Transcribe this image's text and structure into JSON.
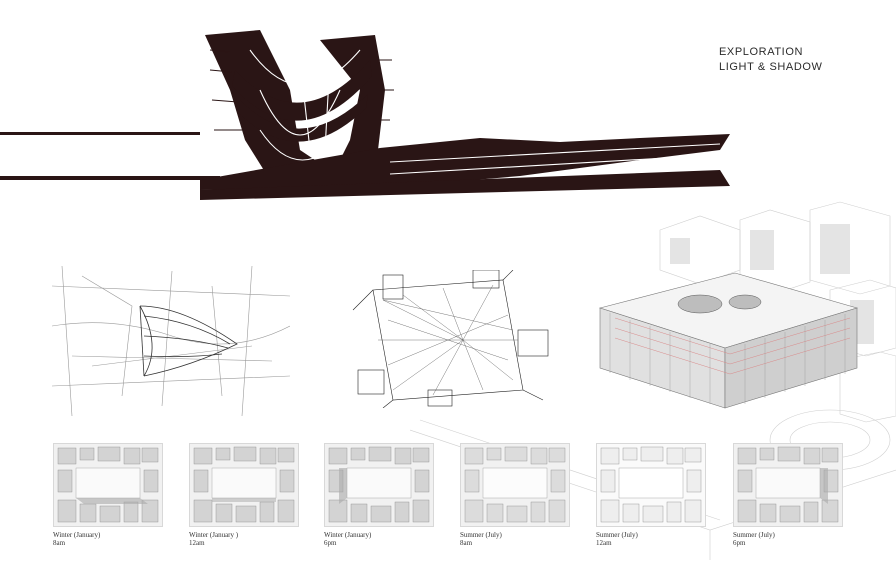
{
  "title": {
    "line1": "EXPLORATION",
    "line2": "LIGHT & SHADOW"
  },
  "studies": [
    {
      "season": "Winter (January)",
      "time": "8am"
    },
    {
      "season": "Winter (January )",
      "time": "12am"
    },
    {
      "season": "Winter (January)",
      "time": "6pm"
    },
    {
      "season": "Summer (July)",
      "time": "8am"
    },
    {
      "season": "Summer (July)",
      "time": "12am"
    },
    {
      "season": "Summer (July)",
      "time": "6pm"
    }
  ],
  "colors": {
    "ink": "#2a1515",
    "sketch": "#9a9a9a",
    "accent": "#d98a8a"
  }
}
